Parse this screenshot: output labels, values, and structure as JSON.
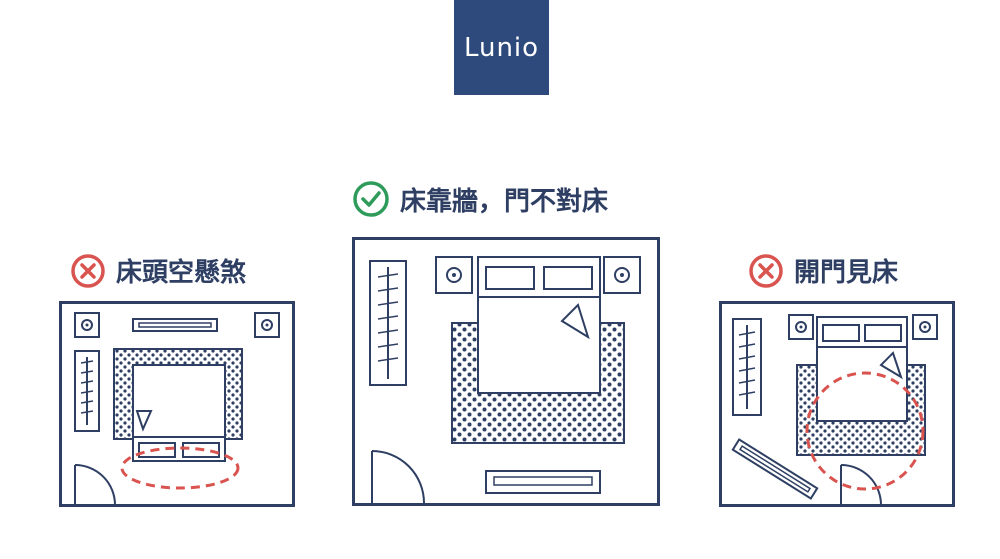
{
  "brand": {
    "logo_text": "Lunio",
    "color": "#2e4a7d"
  },
  "colors": {
    "line": "#2e3f63",
    "good": "#2e9b5a",
    "bad": "#d9534f"
  },
  "panels": {
    "left": {
      "status": "bad",
      "status_icon": "x-circle-icon",
      "label": "床頭空懸煞"
    },
    "center": {
      "status": "good",
      "status_icon": "check-circle-icon",
      "label": "床靠牆，門不對床"
    },
    "right": {
      "status": "bad",
      "status_icon": "x-circle-icon",
      "label": "開門見床"
    }
  }
}
